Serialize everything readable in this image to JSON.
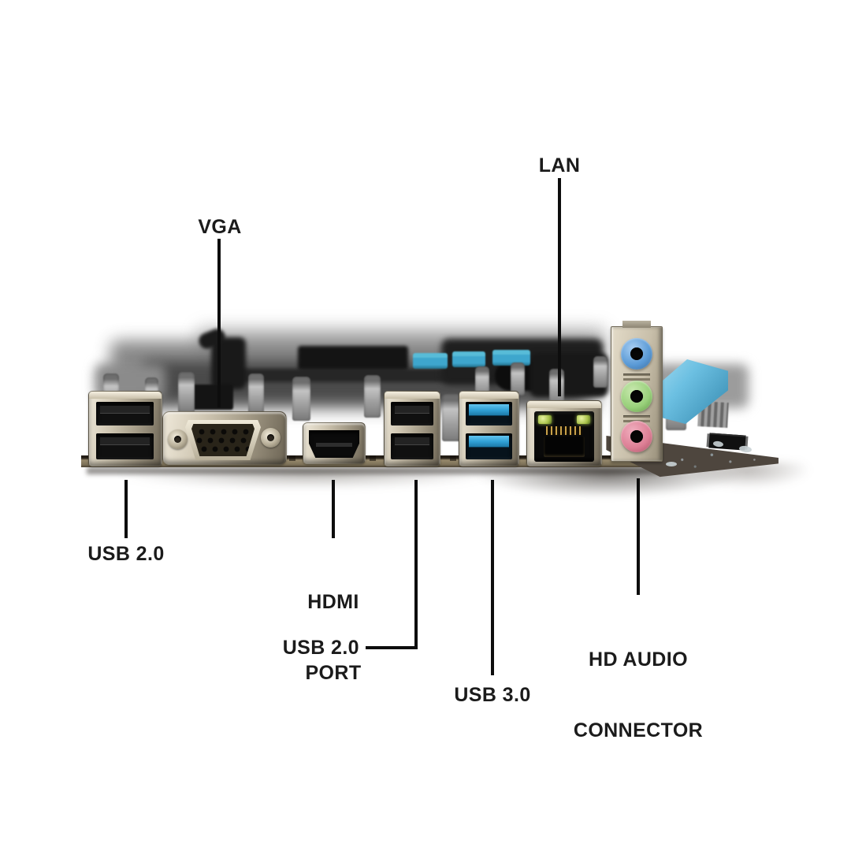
{
  "figure": {
    "subject": "motherboard-rear-io-ports-photo"
  },
  "callouts": {
    "vga": {
      "label": "VGA"
    },
    "lan": {
      "label": "LAN"
    },
    "usb2_left": {
      "label": "USB 2.0"
    },
    "hdmi": {
      "lines": [
        "HDMI",
        "PORT"
      ]
    },
    "usb2_middle": {
      "label": "USB 2.0"
    },
    "usb3": {
      "label": "USB 3.0"
    },
    "hd_audio": {
      "lines": [
        "HD AUDIO",
        "CONNECTOR"
      ]
    }
  },
  "colors": {
    "background": "#ffffff",
    "callout_line": "#0d0d0d",
    "label_text": "#1b1b1b",
    "usb_port_black": "#101010",
    "usb3_blue": "#2f9fd4",
    "sata_blue": "#3ea6cd",
    "pcie_slot_blue": "#6cc0e2",
    "audio_jack_blue": "#5a9ad6",
    "audio_jack_green": "#98d07a",
    "audio_jack_pink": "#dd7f95",
    "lan_led_green": "#a8c24a",
    "pcb_wing": "#4e463e"
  }
}
